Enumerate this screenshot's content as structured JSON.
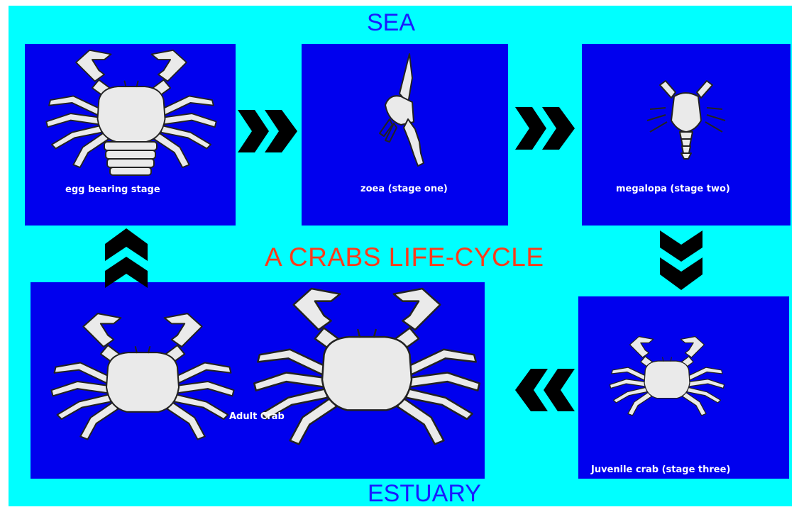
{
  "diagram": {
    "title": "A CRABS LIFE-CYCLE",
    "zone_top": "SEA",
    "zone_bottom": "ESTUARY"
  },
  "stages": {
    "egg": {
      "caption": "egg bearing stage"
    },
    "zoea": {
      "caption": "zoea (stage one)"
    },
    "megalopa": {
      "caption": "megalopa (stage two)"
    },
    "juvenile": {
      "caption": "Juvenile crab (stage three)"
    },
    "adult": {
      "caption": "Adult Crab"
    }
  },
  "colors": {
    "background": "#00ffff",
    "panel": "#0000ee",
    "arrow": "#ff3a1a",
    "title": "#ff3a1a",
    "zone_label": "#1a1aff",
    "crab_fill": "#eaeaea"
  }
}
